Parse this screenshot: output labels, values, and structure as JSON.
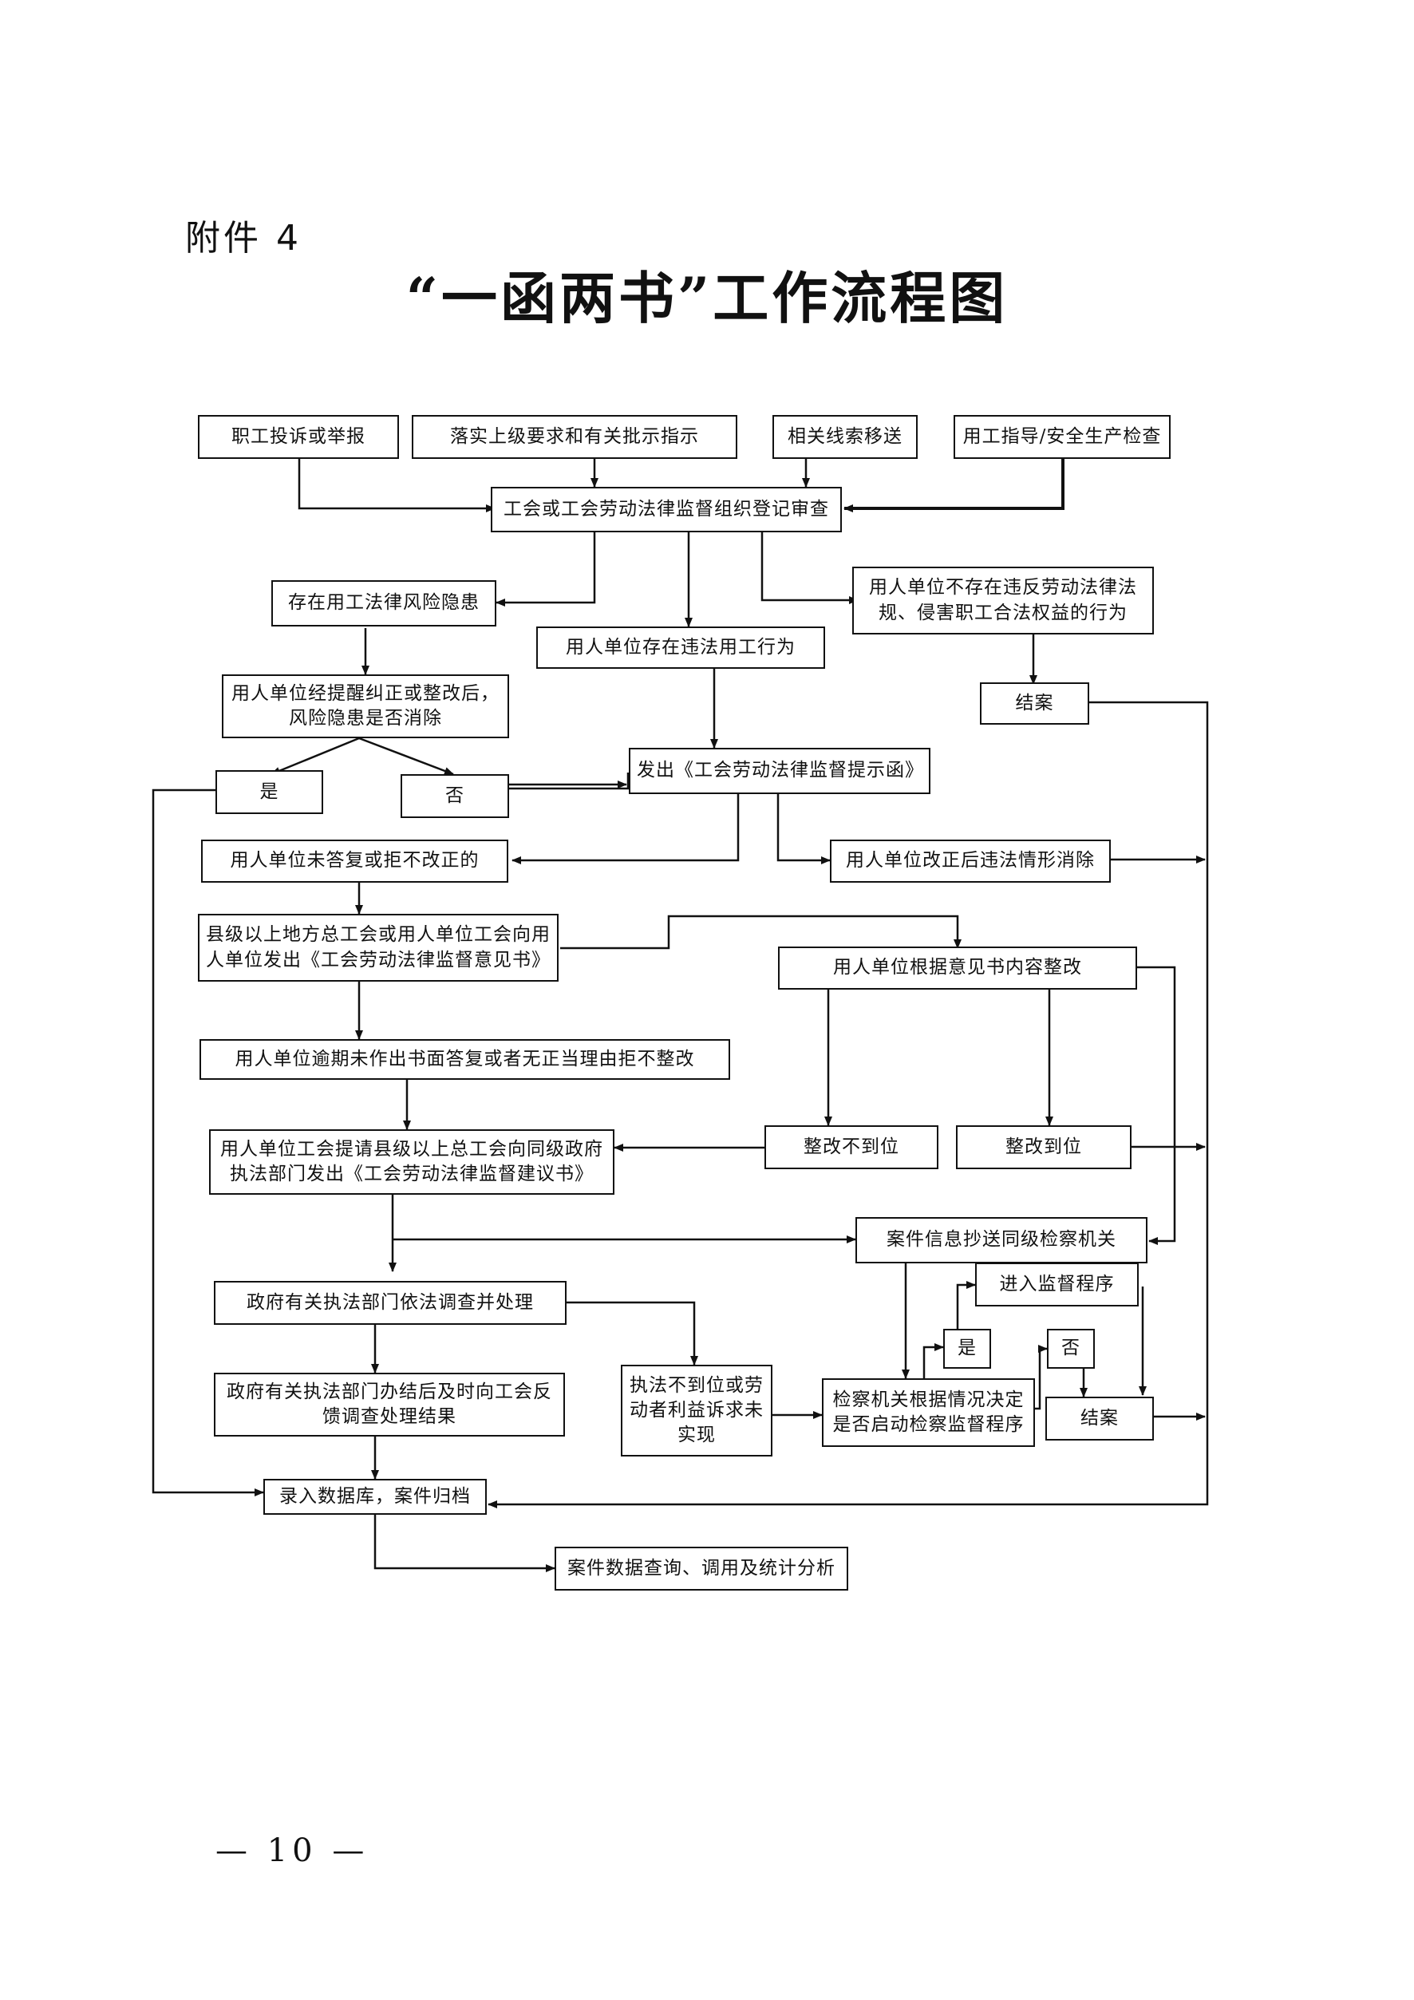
{
  "header": {
    "attachment_label": "附件 4",
    "title": "“一函两书”工作流程图"
  },
  "flowchart": {
    "sources": {
      "complaint": "职工投诉或举报",
      "superior_requirements": "落实上级要求和有关批示指示",
      "clue_transfer": "相关线索移送",
      "inspection": "用工指导/安全生产检查"
    },
    "registration": "工会或工会劳动法律监督组织登记审查",
    "risk_exists": "存在用工法律风险隐患",
    "violation_exists": "用人单位存在违法用工行为",
    "no_violation": "用人单位不存在违反劳动法律法规、侵害职工合法权益的行为",
    "close_case_1": "结案",
    "risk_eliminated_question": "用人单位经提醒纠正或整改后，风险隐患是否消除",
    "yes_1": "是",
    "no_1": "否",
    "issue_reminder_letter": "发出《工会劳动法律监督提示函》",
    "no_reply": "用人单位未答复或拒不改正的",
    "corrected": "用人单位改正后违法情形消除",
    "issue_opinion_letter": "县级以上地方总工会或用人单位工会向用人单位发出《工会劳动法律监督意见书》",
    "rectify_per_opinion": "用人单位根据意见书内容整改",
    "overdue_no_reply": "用人单位逾期未作出书面答复或者无正当理由拒不整改",
    "rectify_incomplete": "整改不到位",
    "rectify_complete": "整改到位",
    "request_suggestion_letter": "用人单位工会提请县级以上总工会向同级政府执法部门发出《工会劳动法律监督建议书》",
    "copy_procuratorate": "案件信息抄送同级检察机关",
    "gov_investigation": "政府有关执法部门依法调查并处理",
    "enter_supervision": "进入监督程序",
    "yes_2": "是",
    "no_2": "否",
    "gov_feedback": "政府有关执法部门办结后及时向工会反馈调查处理结果",
    "enforcement_failed": "执法不到位或劳动者利益诉求未实现",
    "procuratorate_decision": "检察机关根据情况决定是否启动检察监督程序",
    "close_case_2": "结案",
    "archive": "录入数据库，案件归档",
    "statistics": "案件数据查询、调用及统计分析"
  },
  "footer": {
    "page_number": "— 10 —"
  }
}
